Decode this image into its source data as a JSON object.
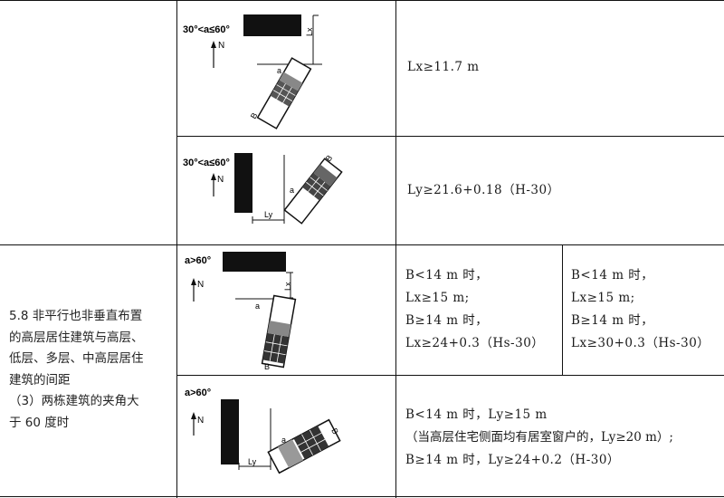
{
  "section": {
    "lines": [
      "5.8 非平行也非垂直布置",
      "的高层居住建筑与高层、",
      "低层、多层、中高层居住",
      "建筑的间距",
      "（3）两栋建筑的夹角大",
      "于 60 度时"
    ]
  },
  "diagrams": [
    {
      "condition": "30°<a≤60°",
      "dim_label": "Lx",
      "angle_label": "a",
      "north_label": "N",
      "width_label": "B"
    },
    {
      "condition": "30°<a≤60°",
      "dim_label": "Ly",
      "angle_label": "a",
      "north_label": "N",
      "width_label": "B"
    },
    {
      "condition": "a>60°",
      "dim_label": "Lx",
      "angle_label": "a",
      "north_label": "N",
      "width_label": "B"
    },
    {
      "condition": "a>60°",
      "dim_label": "Ly",
      "angle_label": "a",
      "north_label": "N",
      "width_label": "B"
    }
  ],
  "rules": {
    "row1": "Lx≥11.7 m",
    "row2": "Ly≥21.6+0.18（H-30）",
    "row3_left": [
      "B<14 m 时，",
      "Lx≥15 m;",
      "B≥14 m 时，",
      "Lx≥24+0.3（Hs-30）"
    ],
    "row3_right": [
      "B<14 m 时，",
      "Lx≥15 m;",
      "B≥14 m 时，",
      "Lx≥30+0.3（Hs-30）"
    ],
    "row4": [
      "B<14 m 时，Ly≥15 m",
      "（当高层住宅侧面均有居室窗户的，Ly≥20 m）;",
      "B≥14 m 时，Ly≥24+0.2（H-30）"
    ]
  }
}
